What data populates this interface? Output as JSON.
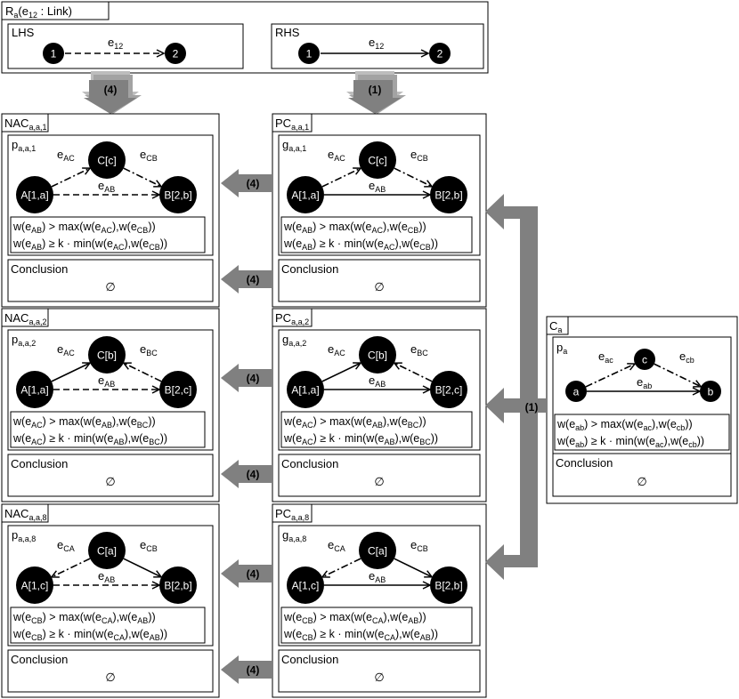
{
  "rule": {
    "title": "Ra(e12 : Link)",
    "title_main": "R",
    "title_sub": "a",
    "title_args": "(e",
    "title_args_sub": "12",
    "title_args_tail": " : Link)",
    "lhs": {
      "label": "LHS",
      "n1": "1",
      "n2": "2",
      "edge": "e",
      "edge_sub": "12"
    },
    "rhs": {
      "label": "RHS",
      "n1": "1",
      "n2": "2",
      "edge": "e",
      "edge_sub": "12"
    }
  },
  "arrow_labels": {
    "four": "(4)",
    "one": "(1)"
  },
  "nac_boxes": [
    {
      "title": "NAC",
      "title_sub": "a,a,1",
      "pattern": "p",
      "pattern_sub": "a,a,1",
      "nodes": {
        "top": "C[c]",
        "left": "A[1,a]",
        "right": "B[2,b]"
      },
      "edges": {
        "left": "e",
        "left_sub": "AC",
        "right": "e",
        "right_sub": "CB",
        "bottom": "e",
        "bottom_sub": "AB"
      },
      "cond1": [
        "w(e",
        "AB",
        ") > max(w(e",
        "AC",
        "),w(e",
        "CB",
        "))"
      ],
      "cond2": [
        "w(e",
        "AB",
        ") ≥ k · min(w(e",
        "AC",
        "),w(e",
        "CB",
        "))"
      ],
      "conclusion": "Conclusion",
      "empty": "∅"
    },
    {
      "title": "NAC",
      "title_sub": "a,a,2",
      "pattern": "p",
      "pattern_sub": "a,a,2",
      "nodes": {
        "top": "C[b]",
        "left": "A[1,a]",
        "right": "B[2,c]"
      },
      "edges": {
        "left": "e",
        "left_sub": "AC",
        "right": "e",
        "right_sub": "BC",
        "bottom": "e",
        "bottom_sub": "AB"
      },
      "cond1": [
        "w(e",
        "AC",
        ") > max(w(e",
        "AB",
        "),w(e",
        "BC",
        "))"
      ],
      "cond2": [
        "w(e",
        "AC",
        ") ≥ k · min(w(e",
        "AB",
        "),w(e",
        "BC",
        "))"
      ],
      "conclusion": "Conclusion",
      "empty": "∅"
    },
    {
      "title": "NAC",
      "title_sub": "a,a,8",
      "pattern": "p",
      "pattern_sub": "a,a,8",
      "nodes": {
        "top": "C[a]",
        "left": "A[1,c]",
        "right": "B[2,b]"
      },
      "edges": {
        "left": "e",
        "left_sub": "CA",
        "right": "e",
        "right_sub": "CB",
        "bottom": "e",
        "bottom_sub": "AB"
      },
      "cond1": [
        "w(e",
        "CB",
        ") > max(w(e",
        "CA",
        "),w(e",
        "AB",
        "))"
      ],
      "cond2": [
        "w(e",
        "CB",
        ") ≥ k · min(w(e",
        "CA",
        "),w(e",
        "AB",
        "))"
      ],
      "conclusion": "Conclusion",
      "empty": "∅"
    }
  ],
  "pc_boxes": [
    {
      "title": "PC",
      "title_sub": "a,a,1",
      "pattern": "g",
      "pattern_sub": "a,a,1",
      "nodes": {
        "top": "C[c]",
        "left": "A[1,a]",
        "right": "B[2,b]"
      },
      "edges": {
        "left": "e",
        "left_sub": "AC",
        "right": "e",
        "right_sub": "CB",
        "bottom": "e",
        "bottom_sub": "AB"
      },
      "cond1": [
        "w(e",
        "AB",
        ") > max(w(e",
        "AC",
        "),w(e",
        "CB",
        "))"
      ],
      "cond2": [
        "w(e",
        "AB",
        ") ≥ k · min(w(e",
        "AC",
        "),w(e",
        "CB",
        "))"
      ],
      "conclusion": "Conclusion",
      "empty": "∅"
    },
    {
      "title": "PC",
      "title_sub": "a,a,2",
      "pattern": "g",
      "pattern_sub": "a,a,2",
      "nodes": {
        "top": "C[b]",
        "left": "A[1,a]",
        "right": "B[2,c]"
      },
      "edges": {
        "left": "e",
        "left_sub": "AC",
        "right": "e",
        "right_sub": "BC",
        "bottom": "e",
        "bottom_sub": "AB"
      },
      "cond1": [
        "w(e",
        "AC",
        ") > max(w(e",
        "AB",
        "),w(e",
        "BC",
        "))"
      ],
      "cond2": [
        "w(e",
        "AC",
        ") ≥ k · min(w(e",
        "AB",
        "),w(e",
        "BC",
        "))"
      ],
      "conclusion": "Conclusion",
      "empty": "∅"
    },
    {
      "title": "PC",
      "title_sub": "a,a,8",
      "pattern": "g",
      "pattern_sub": "a,a,8",
      "nodes": {
        "top": "C[a]",
        "left": "A[1,c]",
        "right": "B[2,b]"
      },
      "edges": {
        "left": "e",
        "left_sub": "CA",
        "right": "e",
        "right_sub": "CB",
        "bottom": "e",
        "bottom_sub": "AB"
      },
      "cond1": [
        "w(e",
        "CB",
        ") > max(w(e",
        "CA",
        "),w(e",
        "AB",
        "))"
      ],
      "cond2": [
        "w(e",
        "CB",
        ") ≥ k · min(w(e",
        "CA",
        "),w(e",
        "AB",
        "))"
      ],
      "conclusion": "Conclusion",
      "empty": "∅"
    }
  ],
  "ca_box": {
    "title": "C",
    "title_sub": "a",
    "pattern": "p",
    "pattern_sub": "a",
    "nodes": {
      "top": "c",
      "left": "a",
      "right": "b"
    },
    "edges": {
      "left": "e",
      "left_sub": "ac",
      "right": "e",
      "right_sub": "cb",
      "bottom": "e",
      "bottom_sub": "ab"
    },
    "cond1": [
      "w(e",
      "ab",
      ") > max(w(e",
      "ac",
      "),w(e",
      "cb",
      "))"
    ],
    "cond2": [
      "w(e",
      "ab",
      ") ≥ k · min(w(e",
      "ac",
      "),w(e",
      "cb",
      "))"
    ],
    "conclusion": "Conclusion",
    "empty": "∅"
  }
}
